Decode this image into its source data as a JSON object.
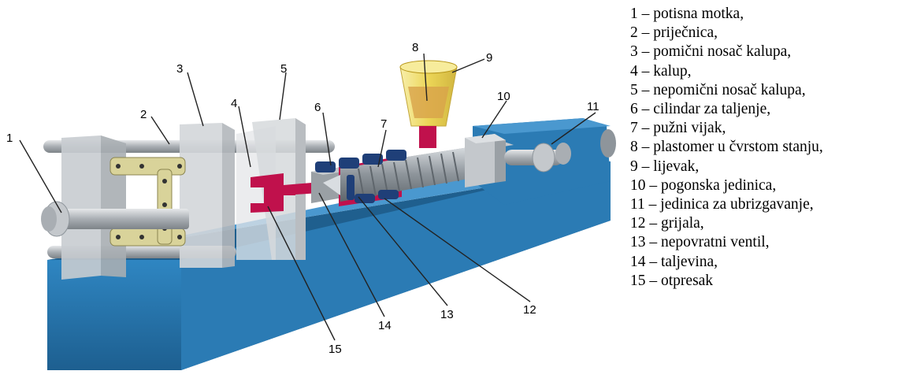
{
  "callouts": {
    "c1": "1",
    "c2": "2",
    "c3": "3",
    "c4": "4",
    "c5": "5",
    "c6": "6",
    "c7": "7",
    "c8": "8",
    "c9": "9",
    "c10": "10",
    "c11": "11",
    "c12": "12",
    "c13": "13",
    "c14": "14",
    "c15": "15"
  },
  "legend": [
    "1 – potisna motka,",
    "2 – priječnica,",
    "3 – pomični nosač kalupa,",
    "4 – kalup,",
    "5 – nepomični nosač kalupa,",
    "6 – cilindar za taljenje,",
    "7 – pužni vijak,",
    "8 – plastomer u čvrstom stanju,",
    "9 – lijevak,",
    "10 – pogonska jedinica,",
    "11 – jedinica za ubrizgavanje,",
    "12 – grijala,",
    "13 – nepovratni ventil,",
    "14 – taljevina,",
    "15 – otpresak"
  ],
  "colors": {
    "base": "#2b7bb4",
    "base_top": "#4a98cf",
    "base_side": "#1f5f8e",
    "melt": "#c0114c",
    "hopper": "#f2df6a",
    "steel": "#a9aeb3",
    "platen": "#cfd2d6",
    "linkage": "#d9d39a",
    "heater": "#1f3f78"
  }
}
